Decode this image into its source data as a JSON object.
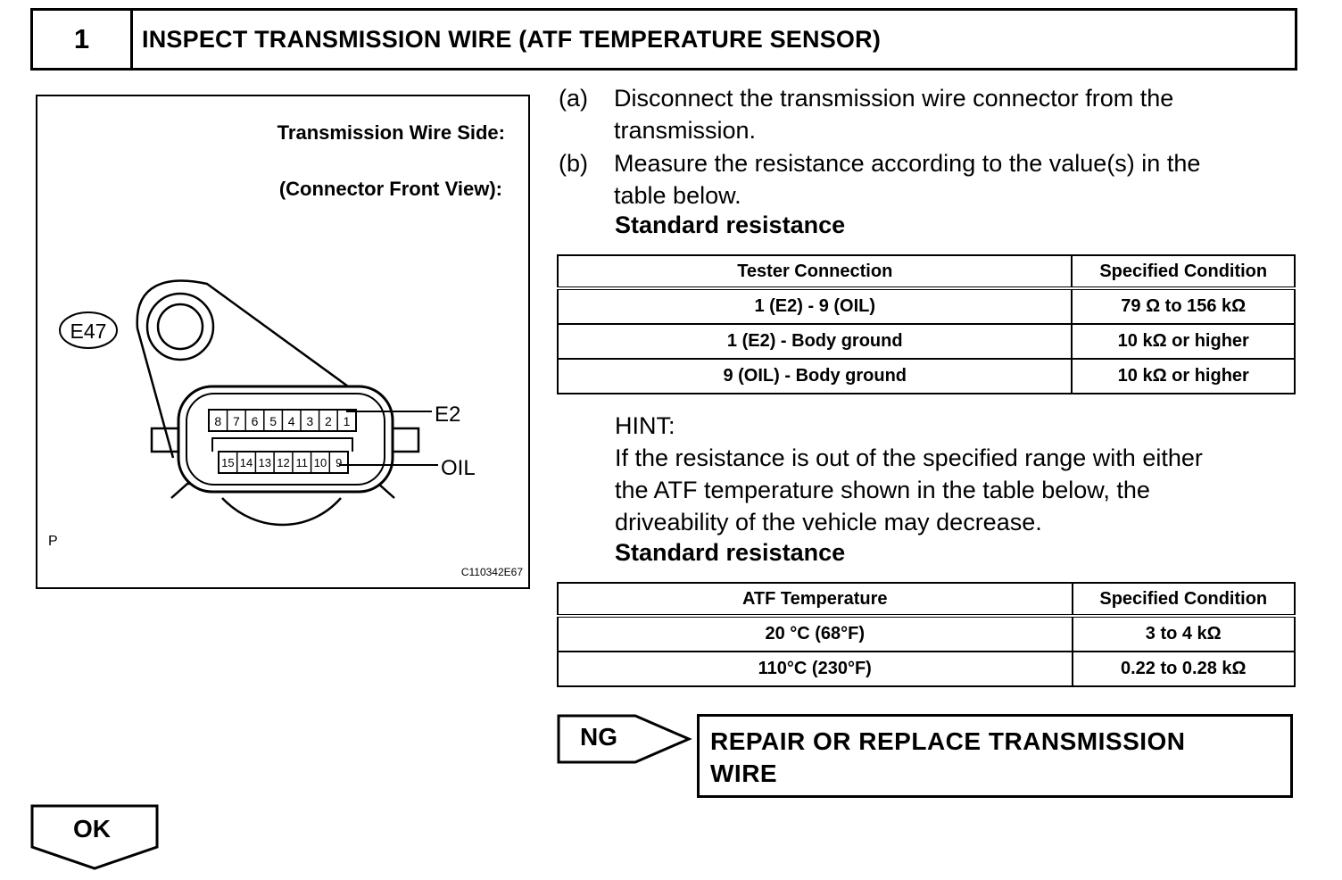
{
  "header": {
    "step_number": "1",
    "title": "INSPECT TRANSMISSION WIRE (ATF TEMPERATURE SENSOR)"
  },
  "figure": {
    "label_line1": "Transmission Wire Side:",
    "label_line2": "(Connector Front View):",
    "connector_id": "E47",
    "top_row_pins": [
      "8",
      "7",
      "6",
      "5",
      "4",
      "3",
      "2",
      "1"
    ],
    "bottom_row_pins": [
      "15",
      "14",
      "13",
      "12",
      "11",
      "10",
      "9"
    ],
    "callout_e2": "E2",
    "callout_oil": "OIL",
    "corner_letter": "P",
    "image_code": "C110342E67"
  },
  "steps": [
    {
      "letter": "(a)",
      "line1": "Disconnect the transmission wire connector from the",
      "line2": "transmission."
    },
    {
      "letter": "(b)",
      "line1": "Measure the resistance according to the value(s) in the",
      "line2": "table below."
    }
  ],
  "table1": {
    "heading": "Standard resistance",
    "columns": [
      "Tester Connection",
      "Specified Condition"
    ],
    "rows": [
      [
        "1 (E2) - 9 (OIL)",
        "79 Ω to 156 kΩ"
      ],
      [
        "1 (E2) - Body ground",
        "10 kΩ or higher"
      ],
      [
        "9 (OIL) - Body ground",
        "10 kΩ or higher"
      ]
    ]
  },
  "hint": {
    "label": "HINT:",
    "line1": "If the resistance is out of the specified range with either",
    "line2": "the ATF temperature shown in the table below, the",
    "line3": "driveability of the vehicle may decrease."
  },
  "table2": {
    "heading": "Standard resistance",
    "columns": [
      "ATF Temperature",
      "Specified Condition"
    ],
    "rows": [
      [
        "20 °C (68°F)",
        "3 to 4 kΩ"
      ],
      [
        "110°C (230°F)",
        "0.22 to 0.28 kΩ"
      ]
    ]
  },
  "ng": {
    "label": "NG",
    "action_line1": "REPAIR OR REPLACE TRANSMISSION",
    "action_line2": "WIRE"
  },
  "ok": {
    "label": "OK"
  }
}
